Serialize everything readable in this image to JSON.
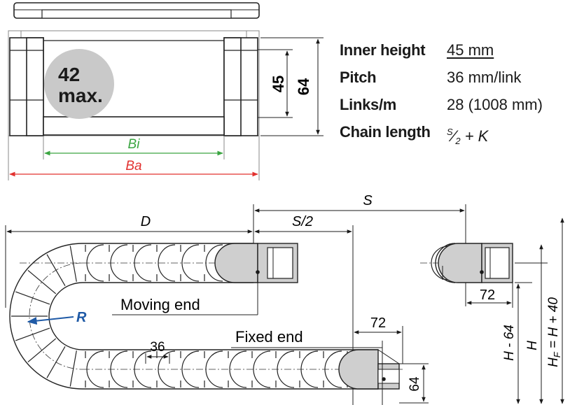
{
  "cross_section": {
    "max_badge_line1": "42",
    "max_badge_line2": "max.",
    "inner_height_dim": "45",
    "outer_height_dim": "64",
    "inner_width_label": "Bi",
    "outer_width_label": "Ba"
  },
  "specs": [
    {
      "label": "Inner height",
      "value": "45 mm",
      "underline": true
    },
    {
      "label": "Pitch",
      "value": "36 mm/link"
    },
    {
      "label": "Links/m",
      "value": "28 (1008  mm)"
    },
    {
      "label": "Chain length",
      "value_num": "S",
      "value_den": "2",
      "value_rest": "+ K"
    }
  ],
  "install": {
    "dim_S": "S",
    "dim_D": "D",
    "dim_S_half": "S/2",
    "moving_end": "Moving end",
    "fixed_end": "Fixed end",
    "radius": "R",
    "pitch": "36",
    "bracket_72_top": "72",
    "bracket_72_bottom": "72",
    "height_64": "64",
    "dim_H_minus": "H - 64",
    "dim_H": "H",
    "dim_HF": "H",
    "dim_HF_sub": "F",
    "dim_HF_rest": " = H + 40"
  },
  "colors": {
    "green": "#3aa541",
    "red": "#e2312f",
    "blue": "#1f5aa6",
    "grey_badge": "#c9c9c9",
    "bracket_grey": "#cfcfcf"
  }
}
